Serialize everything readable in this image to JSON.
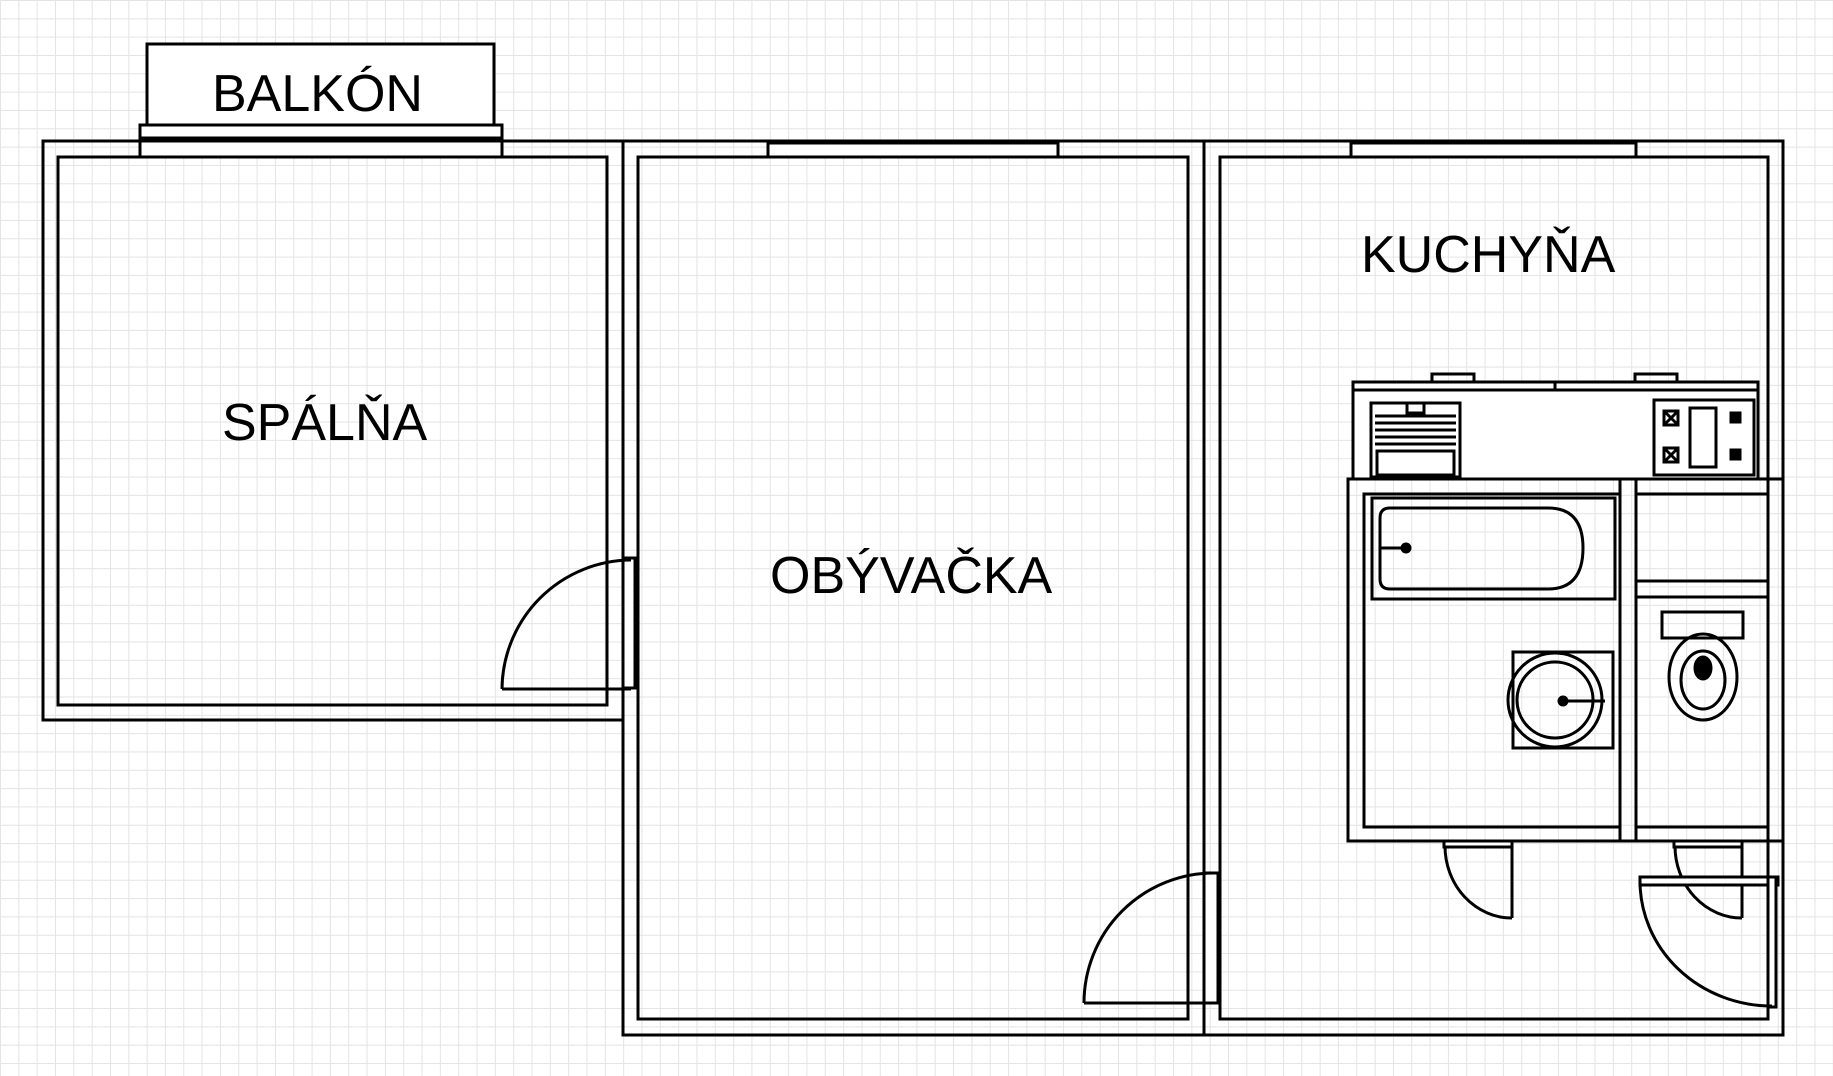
{
  "rooms": {
    "balcony": "BALKÓN",
    "bedroom": "SPÁLŇA",
    "living_room": "OBÝVAČKA",
    "kitchen": "KUCHYŇA"
  },
  "icons": [
    "door-swing-icon",
    "bathtub-icon",
    "sink-icon",
    "toilet-icon",
    "stove-icon",
    "oven-icon"
  ],
  "colors": {
    "line": "#000000",
    "background": "#ffffff",
    "grid": "#e4e4e4"
  }
}
